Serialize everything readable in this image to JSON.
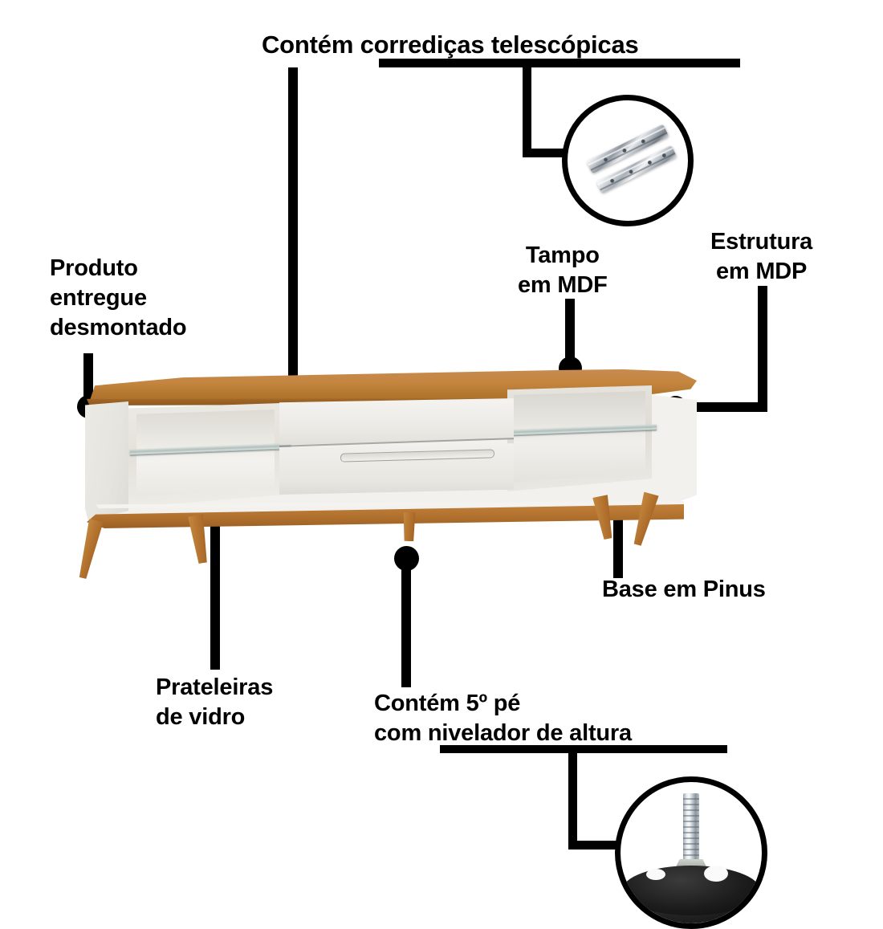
{
  "infographic": {
    "language": "pt-BR",
    "subject": "Rack / TV stand product feature callout diagram",
    "background_color": "#ffffff",
    "line_color": "#000000"
  },
  "callouts": [
    {
      "id": "corredicas",
      "name": "telescopic-slides",
      "text": "Contém corrediças telescópicas",
      "text_plain": "Contém corrediças telescópicas",
      "underlined_part": "corrediças telescópicas",
      "has_underline": true,
      "has_inset": true,
      "inset_icon": "telescopic-drawer-slide-icon",
      "position": "top-center"
    },
    {
      "id": "produto",
      "name": "delivered-disassembled",
      "text": "Produto\nentregue\ndesmontado",
      "text_plain": "Produto entregue desmontado",
      "has_underline": false,
      "has_inset": false,
      "position": "left"
    },
    {
      "id": "tampo",
      "name": "mdf-top",
      "text": "Tampo\nem MDF",
      "text_plain": "Tampo em MDF",
      "has_underline": false,
      "has_inset": false,
      "position": "top-right"
    },
    {
      "id": "estrutura",
      "name": "mdp-structure",
      "text": "Estrutura\nem MDP",
      "text_plain": "Estrutura em MDP",
      "has_underline": false,
      "has_inset": false,
      "position": "right"
    },
    {
      "id": "prateleiras",
      "name": "glass-shelves",
      "text": "Prateleiras\nde vidro",
      "text_plain": "Prateleiras de vidro",
      "has_underline": false,
      "has_inset": false,
      "position": "bottom-left"
    },
    {
      "id": "quinto_pe",
      "name": "fifth-foot-height-leveler",
      "text": "Contém 5º pé\ncom nivelador de altura",
      "text_plain": "Contém 5º pé com nivelador de altura",
      "underlined_part": "nivelador de altura",
      "has_underline": true,
      "has_inset": true,
      "inset_icon": "adjustable-leveler-foot-icon",
      "position": "bottom-center"
    },
    {
      "id": "base",
      "name": "pine-base",
      "text": "Base em Pinus",
      "text_plain": "Base em Pinus",
      "has_underline": false,
      "has_inset": false,
      "position": "bottom-right"
    }
  ],
  "product": {
    "name": "tv-stand-rack",
    "parts": [
      {
        "name": "top-slab",
        "material": "MDF",
        "color": "#c4853f"
      },
      {
        "name": "carcass",
        "material": "MDP",
        "color": "#f2f1ed"
      },
      {
        "name": "glass-shelf-left",
        "material": "vidro",
        "color": "#dbe4e2"
      },
      {
        "name": "glass-shelf-right",
        "material": "vidro",
        "color": "#dbe4e2"
      },
      {
        "name": "drawer-upper",
        "material": "MDP",
        "color": "#efeeea"
      },
      {
        "name": "drawer-lower",
        "material": "MDP",
        "color": "#eae9e4"
      },
      {
        "name": "base-rail",
        "material": "Pinus",
        "color": "#b0702d"
      },
      {
        "name": "legs",
        "material": "Pinus",
        "color": "#ad6c2a",
        "count": 5
      }
    ]
  },
  "colors": {
    "wood": "#c4853f",
    "wood_dark": "#9b6026",
    "white_panel": "#f2f1ed",
    "glass": "#dbe4e2",
    "line": "#000000",
    "background": "#ffffff"
  }
}
